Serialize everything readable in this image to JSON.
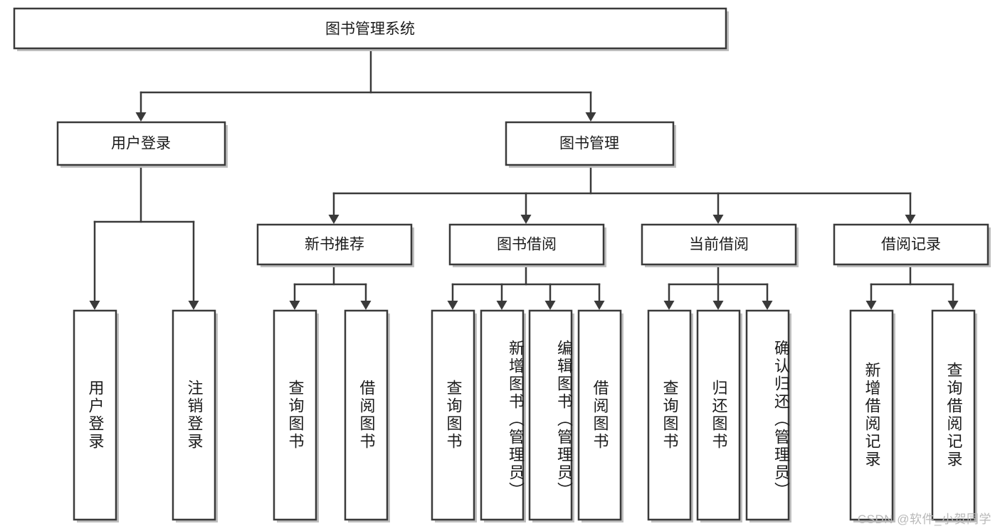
{
  "diagram": {
    "type": "tree",
    "title": "图书管理系统",
    "orientation": "top-down",
    "colors": {
      "box_fill": "#ffffff",
      "box_stroke": "#3a3a3a",
      "text": "#1b1b1b",
      "shadow": "#bfbfbf",
      "watermark": "#b8b8b8",
      "background": "#ffffff"
    },
    "root": {
      "label": "图书管理系统"
    },
    "level2": [
      {
        "label": "用户登录"
      },
      {
        "label": "图书管理"
      }
    ],
    "level3": [
      {
        "label": "新书推荐"
      },
      {
        "label": "图书借阅"
      },
      {
        "label": "当前借阅"
      },
      {
        "label": "借阅记录"
      }
    ],
    "leaves": {
      "user_login": [
        {
          "label": "用户登录"
        },
        {
          "label": "注销登录"
        }
      ],
      "new_book_recommend": [
        {
          "label": "查询图书"
        },
        {
          "label": "借阅图书"
        }
      ],
      "book_borrow": [
        {
          "label": "查询图书"
        },
        {
          "label": "新增图书（管理员）"
        },
        {
          "label": "编辑图书（管理员）"
        },
        {
          "label": "借阅图书"
        }
      ],
      "current_borrow": [
        {
          "label": "查询图书"
        },
        {
          "label": "归还图书"
        },
        {
          "label": "确认归还（管理员）"
        }
      ],
      "borrow_record": [
        {
          "label": "新增借阅记录"
        },
        {
          "label": "查询借阅记录"
        }
      ]
    }
  },
  "watermark": {
    "text": "CSDN @软件_小贺同学"
  }
}
